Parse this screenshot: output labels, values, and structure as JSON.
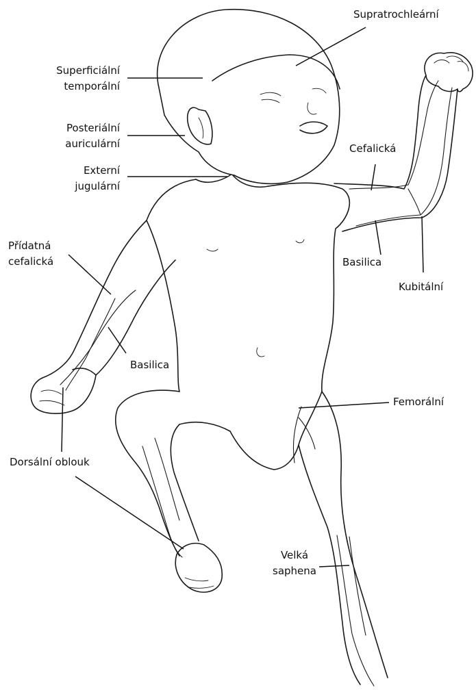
{
  "labels": {
    "supratrochlearni": "Supratrochleární",
    "superficialni_1": "Superficiální",
    "superficialni_2": "temporální",
    "posterialni_1": "Posteriální",
    "posterialni_2": "auriculární",
    "externi_1": "Externí",
    "externi_2": "jugulární",
    "cefalicka": "Cefalická",
    "pridatna_1": "Přídatná",
    "pridatna_2": "cefalická",
    "basilica_right": "Basilica",
    "kubitalni": "Kubitální",
    "basilica_left": "Basilica",
    "femoralni": "Femorální",
    "dorsalni": "Dorsální oblouk",
    "velka_1": "Velká",
    "velka_2": "saphena"
  },
  "colors": {
    "line": "#1a1a1a",
    "text": "#111111",
    "background": "#ffffff"
  }
}
